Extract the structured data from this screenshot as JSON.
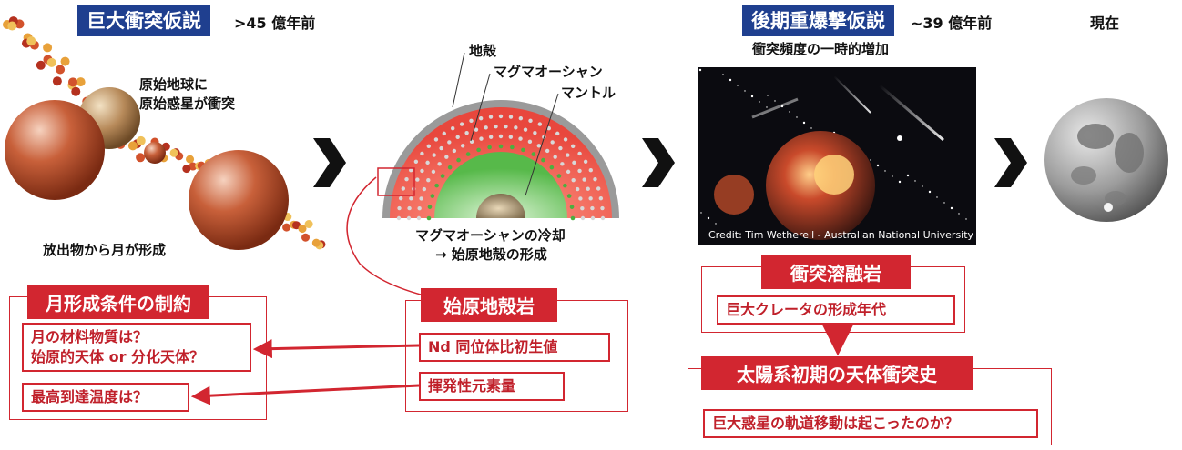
{
  "giant_impact": {
    "title": "巨大衝突仮説",
    "era": ">45 億年前",
    "collision_label_1": "原始地球に",
    "collision_label_2": "原始惑星が衝突",
    "ejecta_label": "放出物から月が形成"
  },
  "magma": {
    "label_crust": "地殻",
    "label_ocean": "マグマオーシャン",
    "label_mantle": "マントル",
    "caption_1": "マグマオーシャンの冷却",
    "caption_2": "→ 始原地殻の形成"
  },
  "lhb": {
    "title": "後期重爆撃仮説",
    "era": "~39 億年前",
    "subtitle": "衝突頻度の一時的増加",
    "credit": "Credit: Tim Wetherell - Australian National University"
  },
  "present": {
    "label": "現在"
  },
  "moon_constraints": {
    "title": "月形成条件の制約",
    "q1_line1": "月の材料物質は？",
    "q1_line2": "始原的天体 or 分化天体？",
    "q2": "最高到達温度は？"
  },
  "primordial_crust": {
    "title": "始原地殻岩",
    "item1": "Nd 同位体比初生値",
    "item2": "揮発性元素量"
  },
  "impact_melt": {
    "title": "衝突溶融岩",
    "item1": "巨大クレータの形成年代",
    "title2": "太陽系初期の天体衝突史",
    "item2": "巨大惑星の軌道移動は起こったのか？"
  },
  "colors": {
    "header_blue": "#1f3f8f",
    "accent_red": "#d22630",
    "arrow_black": "#111111"
  }
}
